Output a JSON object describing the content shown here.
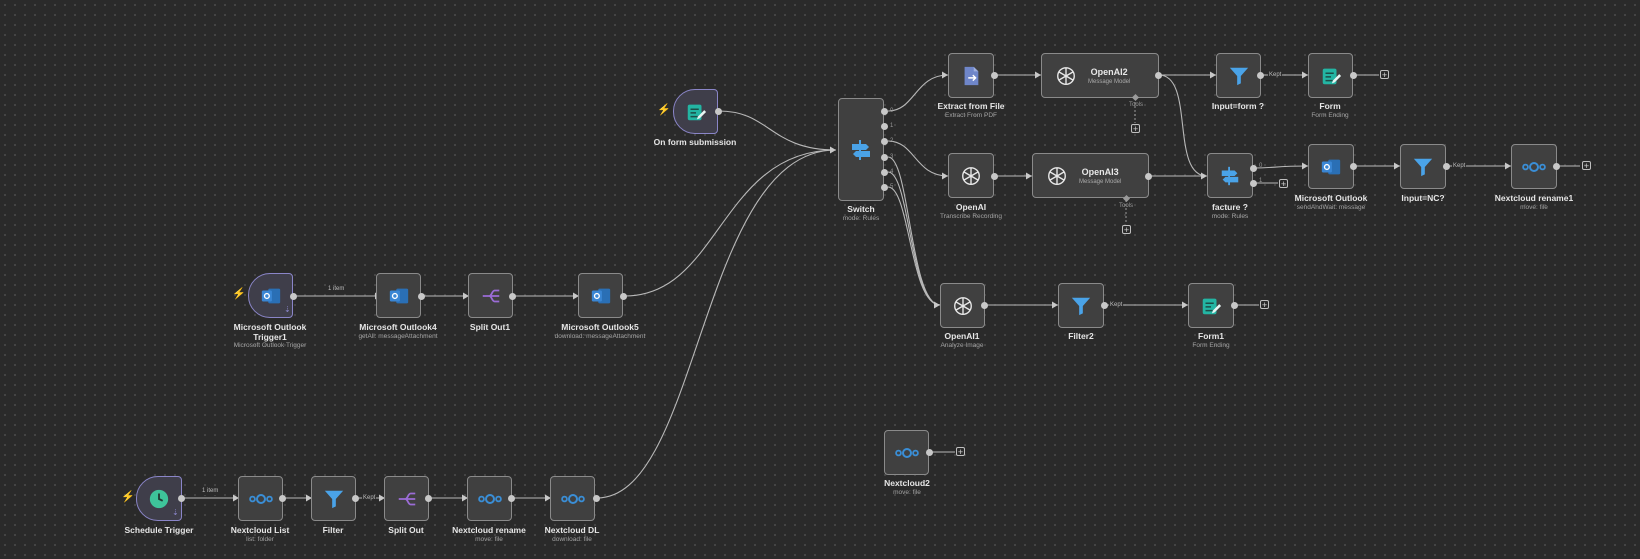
{
  "colors": {
    "canvas": "#2a2a2a",
    "node_bg": "#404040",
    "node_border": "#8a8a8a",
    "edge": "#b8b8b8",
    "outlook_blue": "#3a86d4",
    "filter_blue": "#4aa3e8",
    "form_teal": "#23b5a3",
    "split_purple": "#9b6cd6",
    "trigger_bolt": "#ff6d5a"
  },
  "icons": {
    "form": "form-icon",
    "outlook": "outlook-icon",
    "split": "split-out-icon",
    "nextcloud": "nextcloud-icon",
    "filter": "filter-icon",
    "switch": "switch-icon",
    "openai": "openai-icon",
    "extract": "file-extract-icon",
    "schedule": "clock-icon"
  },
  "nodes": {
    "on_form_submission": {
      "name": "On form submission"
    },
    "outlook_trigger1": {
      "name": "Microsoft Outlook\nTrigger1",
      "sub": "Microsoft Outlook Trigger"
    },
    "outlook4": {
      "name": "Microsoft Outlook4",
      "sub": "getAll: messageAttachment"
    },
    "split_out1": {
      "name": "Split Out1"
    },
    "outlook5": {
      "name": "Microsoft Outlook5",
      "sub": "download: messageAttachment"
    },
    "schedule_trigger": {
      "name": "Schedule Trigger"
    },
    "nextcloud_list": {
      "name": "Nextcloud List",
      "sub": "list: folder"
    },
    "filter": {
      "name": "Filter"
    },
    "split_out": {
      "name": "Split Out"
    },
    "nextcloud_rename": {
      "name": "Nextcloud rename",
      "sub": "move: file"
    },
    "nextcloud_dl": {
      "name": "Nextcloud DL",
      "sub": "download: file"
    },
    "switch": {
      "name": "Switch",
      "sub": "mode: Rules"
    },
    "extract_from_file": {
      "name": "Extract from File",
      "sub": "Extract From PDF"
    },
    "openai2": {
      "name": "OpenAI2",
      "sub": "Message Model"
    },
    "input_form": {
      "name": "Input=form ?"
    },
    "form": {
      "name": "Form",
      "sub": "Form Ending"
    },
    "openai": {
      "name": "OpenAI",
      "sub": "Transcribe Recording"
    },
    "openai3": {
      "name": "OpenAI3",
      "sub": "Message Model"
    },
    "facture": {
      "name": "facture ?",
      "sub": "mode: Rules"
    },
    "ms_outlook": {
      "name": "Microsoft Outlook",
      "sub": "sendAndWait: message"
    },
    "input_nc": {
      "name": "Input=NC?"
    },
    "nextcloud_rename1": {
      "name": "Nextcloud rename1",
      "sub": "move: file"
    },
    "openai1": {
      "name": "OpenAI1",
      "sub": "Analyze Image"
    },
    "filter2": {
      "name": "Filter2"
    },
    "form1": {
      "name": "Form1",
      "sub": "Form Ending"
    },
    "nextcloud2": {
      "name": "Nextcloud2",
      "sub": "move: file"
    }
  },
  "edge_labels": {
    "item_count_outlook": "1 item",
    "item_count_schedule": "1 item",
    "kept_filter": "Kept",
    "kept_input_form": "Kept",
    "kept_input_nc": "Kept",
    "kept_filter2": "Kept"
  },
  "port_labels": {
    "tools": "Tools",
    "tools2": "Tools",
    "switch_outputs": [
      "0",
      "1",
      "2",
      "3",
      "4",
      "5"
    ],
    "facture_outputs": [
      "0",
      "1"
    ]
  }
}
